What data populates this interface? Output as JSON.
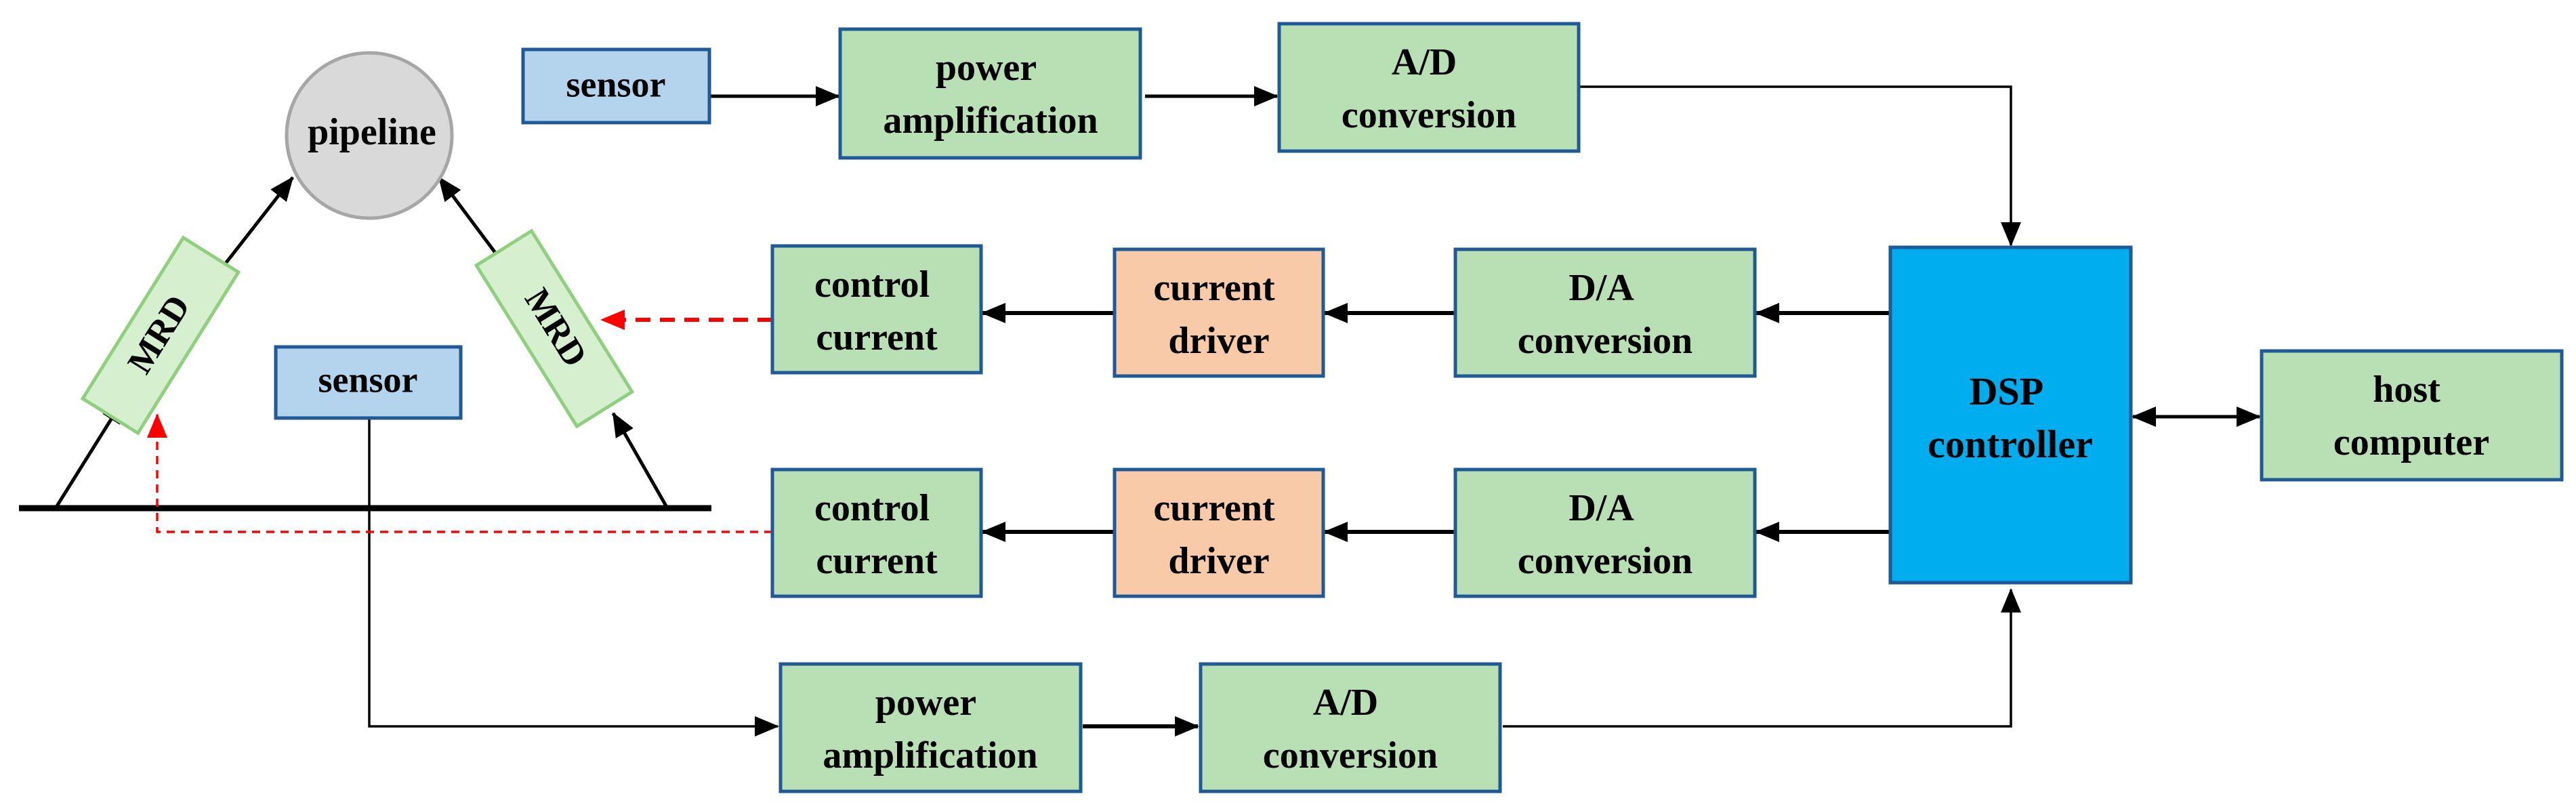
{
  "colors": {
    "green_fill": "#b9dfb4",
    "green_stroke": "#1f5a96",
    "blue_fill": "#b3d4ec",
    "blue_stroke": "#1f5a96",
    "orange_fill": "#f9caa8",
    "dsp_fill": "#00aeef",
    "mrd_fill": "#d6efcf",
    "mrd_stroke": "#8fd07f",
    "pipeline_fill": "#d9d9d9",
    "pipeline_stroke": "#a6a6a6",
    "arrow": "#000000",
    "dashed_arrow": "#ff0000"
  },
  "nodes": {
    "pipeline": "pipeline",
    "mrd_left": "MRD",
    "mrd_right": "MRD",
    "sensor_top": "sensor",
    "sensor_left": "sensor",
    "power_amp_top": [
      "power",
      "amplification"
    ],
    "ad_top": [
      "A/D",
      "conversion"
    ],
    "control_current_1": [
      "control",
      "current"
    ],
    "current_driver_1": [
      "current",
      "driver"
    ],
    "da_1": [
      "D/A",
      "conversion"
    ],
    "control_current_2": [
      "control",
      "current"
    ],
    "current_driver_2": [
      "current",
      "driver"
    ],
    "da_2": [
      "D/A",
      "conversion"
    ],
    "power_amp_bottom": [
      "power",
      "amplification"
    ],
    "ad_bottom": [
      "A/D",
      "conversion"
    ],
    "dsp": [
      "DSP",
      "controller"
    ],
    "host": [
      "host",
      "computer"
    ]
  }
}
